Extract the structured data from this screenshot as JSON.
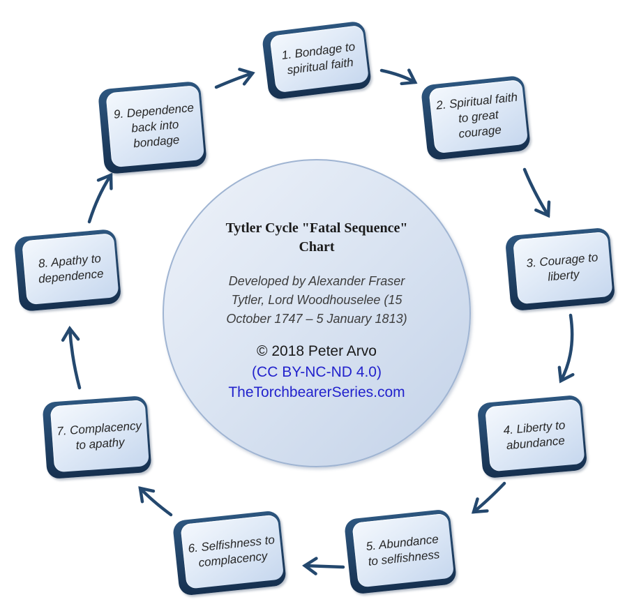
{
  "page_title": "Tytler Cycle \"Fatal Sequence\" Chart",
  "center": {
    "title_line1": "Tytler Cycle \"Fatal Sequence\"",
    "title_line2": "Chart",
    "attribution_lines": [
      "Developed by Alexander Fraser",
      "Tytler, Lord Woodhouselee (15",
      "October 1747 – 5 January 1813)"
    ],
    "copyright": "© 2018 Peter Arvo",
    "license": "(CC BY-NC-ND 4.0)",
    "website": "TheTorchbearerSeries.com"
  },
  "stages": [
    {
      "label": "1. Bondage to spiritual faith",
      "lines": [
        "1. Bondage to",
        "spiritual faith",
        ""
      ]
    },
    {
      "label": "2. Spiritual faith to great courage",
      "lines": [
        "2. Spiritual faith",
        "to great",
        "courage"
      ]
    },
    {
      "label": "3. Courage to liberty",
      "lines": [
        "3. Courage to",
        "liberty",
        ""
      ]
    },
    {
      "label": "4. Liberty to abundance",
      "lines": [
        "4. Liberty to",
        "abundance",
        ""
      ]
    },
    {
      "label": "5. Abundance to selfishness",
      "lines": [
        "5. Abundance",
        "to selfishness",
        ""
      ]
    },
    {
      "label": "6. Selfishness to complacency",
      "lines": [
        "6. Selfishness to",
        "complacency",
        ""
      ]
    },
    {
      "label": "7. Complacency to apathy",
      "lines": [
        "7. Complacency",
        "to apathy",
        ""
      ]
    },
    {
      "label": "8. Apathy to dependence",
      "lines": [
        "8. Apathy to",
        "dependence",
        ""
      ]
    },
    {
      "label": "9. Dependence back into bondage",
      "lines": [
        "9. Dependence",
        "back into",
        "bondage"
      ]
    }
  ],
  "colors": {
    "arrow_navy": "#24486e",
    "box_extrusion_dark": "#16304f",
    "box_face_light": "#f4f8fd",
    "box_face_dark": "#c6d7ee",
    "circle_fill_light": "#eef2f9",
    "circle_fill_dark": "#c3d2e8",
    "circle_border": "#9fb4d2",
    "link_blue": "#2222cc",
    "text_dark": "#262626"
  }
}
